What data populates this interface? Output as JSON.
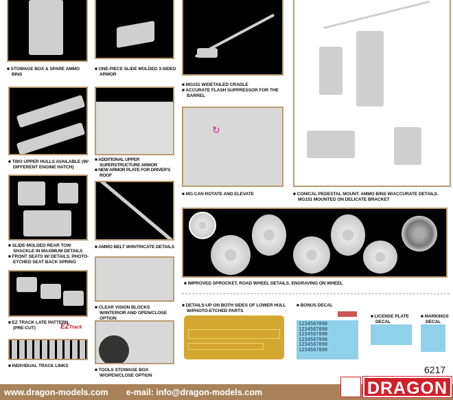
{
  "captions": {
    "stowage": [
      "Stowage box & spare ammo bins"
    ],
    "armor": [
      "One-piece slide molded 3-sided armor"
    ],
    "mg151": [
      "MG151 w/detailed cradle",
      "Accurate flash suppressor for the barrel"
    ],
    "hulls": [
      "Two upper hulls available (w/ different engine hatch)"
    ],
    "superstructure": [
      "Additional upper superstructure armor",
      "New armor plate for driver's roof"
    ],
    "rotate": [
      "MG can rotate and elevate"
    ],
    "pedestal": [
      "Conical pedestal mount. Ammo bins w/accurate details. MG151 mounted on delicate bracket"
    ],
    "shackle": [
      "Slide-molded rear tow shackle in maximum details",
      "Front seats w/ details. Photo-etched seat back spring"
    ],
    "ammo_belt": [
      "Ammo belt w/intricate details"
    ],
    "wheels": [
      "Improved sprocket, road wheel details. Engraving on wheel"
    ],
    "ez_track": [
      "EZ track late pattern (pre-cut)"
    ],
    "vision": [
      "Clear vision blocks w/interior and open/close option"
    ],
    "lower_hull": [
      "Details-up on both sides of lower hull w/photo-etched parts"
    ],
    "bonus_decal": [
      "Bonus decal"
    ],
    "license": [
      "License plate decal"
    ],
    "markings": [
      "Markings decal"
    ],
    "track_links": [
      "Individual track links"
    ],
    "tools": [
      "Tools stowage box w/open/close option"
    ]
  },
  "ez_logo": "EZ Track",
  "decal_numbers": "1234567890",
  "product_code": "6217",
  "footer": {
    "website": "www.dragon-models.com",
    "email": "e-mail: info@dragon-models.com",
    "brand": "DRAGON"
  },
  "colors": {
    "frame": "#b89a72",
    "footer": "#a9825a",
    "brand": "#d0202a",
    "decal": "#8fd0ea",
    "photo_etch": "#d4a830"
  }
}
